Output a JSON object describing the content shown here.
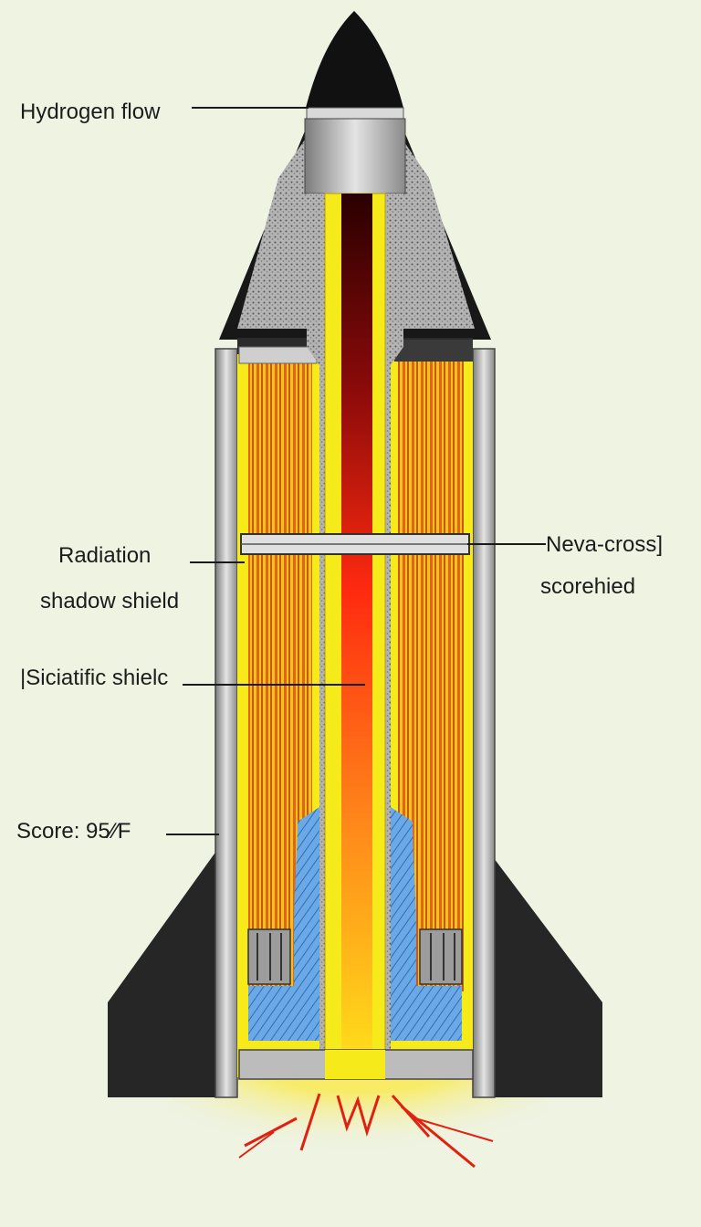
{
  "labels": {
    "hydrogen_flow": "Hydrogen flow",
    "radiation_line1": "Radiation",
    "radiation_line2": "shadow shield",
    "scientific_shield": "|Siciatific shielc",
    "score": "Score: 95⁄⁄F",
    "neva_cross": "Neva-cross]",
    "scorehied": "scorehied"
  },
  "colors": {
    "background": "#eef3e2",
    "nose_black": "#141414",
    "gray_stipple": "#9a9a9a",
    "steel": "#b8b8b8",
    "yellow": "#f6ea1a",
    "orange_rod": "#e8801e",
    "red_core": "#ff2a10",
    "blue_coolant": "#5a9ee0",
    "fin_dark": "#2a2a2a"
  }
}
